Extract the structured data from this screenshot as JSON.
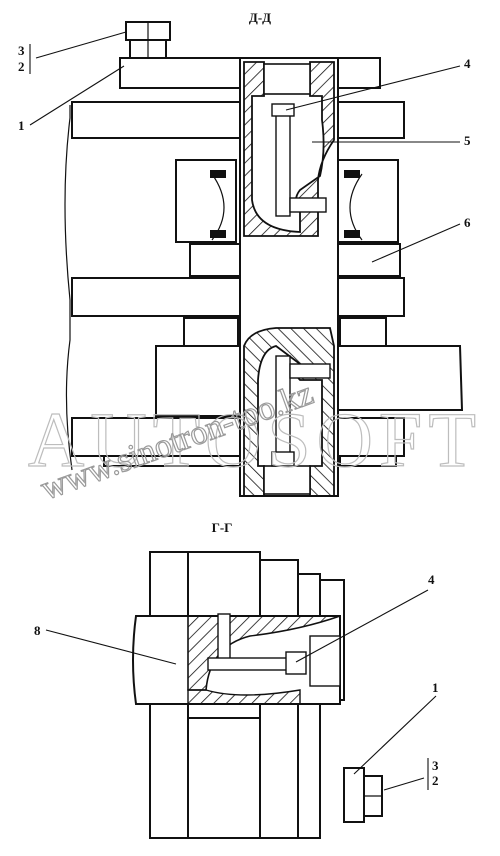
{
  "section_titles": {
    "top": "Д-Д",
    "bottom": "Г-Г"
  },
  "callouts": {
    "top_32_upper": "3",
    "top_32_lower": "2",
    "top_1": "1",
    "top_4": "4",
    "top_5": "5",
    "top_6": "6",
    "bot_8": "8",
    "bot_4": "4",
    "bot_1": "1",
    "bot_32_upper": "3",
    "bot_32_lower": "2"
  },
  "watermarks": {
    "brand": "AUTOSOFT",
    "url": "www.sinotron-too.kz"
  }
}
